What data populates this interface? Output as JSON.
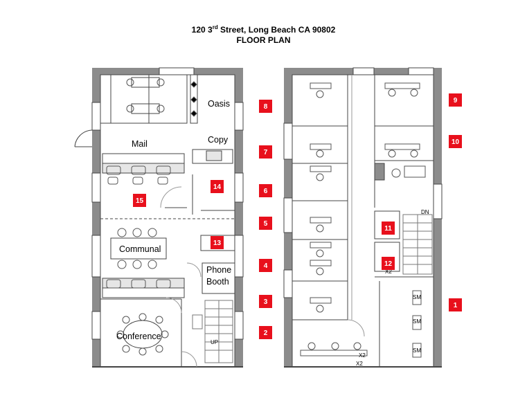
{
  "header": {
    "street_number": "120 3",
    "street_suffix": "rd",
    "street_rest": " Street, Long Beach CA 90802",
    "subtitle": "FLOOR PLAN"
  },
  "rooms": {
    "oasis": "Oasis",
    "copy": "Copy",
    "mail": "Mail",
    "communal": "Communal",
    "phone_line1": "Phone",
    "phone_line2": "Booth",
    "conference": "Conference"
  },
  "small_labels": {
    "dn": "DN",
    "up": "UP",
    "x2_a": "X2",
    "x2_b": "X2",
    "x2_c": "X2",
    "sm1": "SM",
    "sm2": "SM",
    "sm3": "SM"
  },
  "badges": [
    "1",
    "2",
    "3",
    "4",
    "5",
    "6",
    "7",
    "8",
    "9",
    "10",
    "11",
    "12",
    "13",
    "14",
    "15"
  ],
  "colors": {
    "badge": "#e8101c",
    "wall": "#808080",
    "line": "#333333"
  }
}
